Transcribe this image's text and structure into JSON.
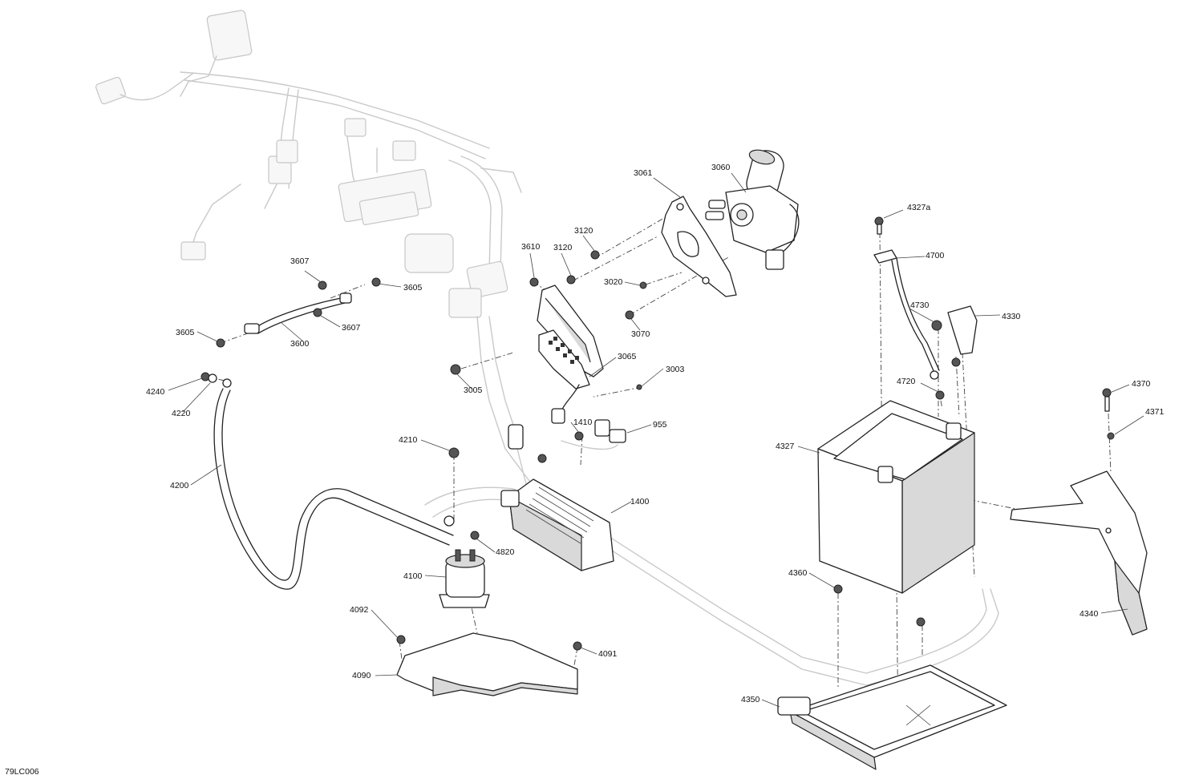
{
  "diagram_code": "79LC006",
  "callouts": [
    {
      "id": "3061",
      "text": "3061"
    },
    {
      "id": "3060",
      "text": "3060"
    },
    {
      "id": "4327a",
      "text": "4327a"
    },
    {
      "id": "3120a",
      "text": "3120"
    },
    {
      "id": "3120b",
      "text": "3120"
    },
    {
      "id": "3610",
      "text": "3610"
    },
    {
      "id": "4700",
      "text": "4700"
    },
    {
      "id": "3607a",
      "text": "3607"
    },
    {
      "id": "3605a",
      "text": "3605"
    },
    {
      "id": "3020",
      "text": "3020"
    },
    {
      "id": "4730",
      "text": "4730"
    },
    {
      "id": "4330",
      "text": "4330"
    },
    {
      "id": "3070",
      "text": "3070"
    },
    {
      "id": "3605b",
      "text": "3605"
    },
    {
      "id": "3607b",
      "text": "3607"
    },
    {
      "id": "3600",
      "text": "3600"
    },
    {
      "id": "3065",
      "text": "3065"
    },
    {
      "id": "3003",
      "text": "3003"
    },
    {
      "id": "4240",
      "text": "4240"
    },
    {
      "id": "4720",
      "text": "4720"
    },
    {
      "id": "3005",
      "text": "3005"
    },
    {
      "id": "4370",
      "text": "4370"
    },
    {
      "id": "4220",
      "text": "4220"
    },
    {
      "id": "4371",
      "text": "4371"
    },
    {
      "id": "1410",
      "text": "1410"
    },
    {
      "id": "955",
      "text": "955"
    },
    {
      "id": "4210",
      "text": "4210"
    },
    {
      "id": "4327",
      "text": "4327"
    },
    {
      "id": "4200",
      "text": "4200"
    },
    {
      "id": "1400",
      "text": "1400"
    },
    {
      "id": "4820",
      "text": "4820"
    },
    {
      "id": "4100",
      "text": "4100"
    },
    {
      "id": "4360",
      "text": "4360"
    },
    {
      "id": "4340",
      "text": "4340"
    },
    {
      "id": "4092",
      "text": "4092"
    },
    {
      "id": "4091",
      "text": "4091"
    },
    {
      "id": "4090",
      "text": "4090"
    },
    {
      "id": "4350",
      "text": "4350"
    }
  ]
}
